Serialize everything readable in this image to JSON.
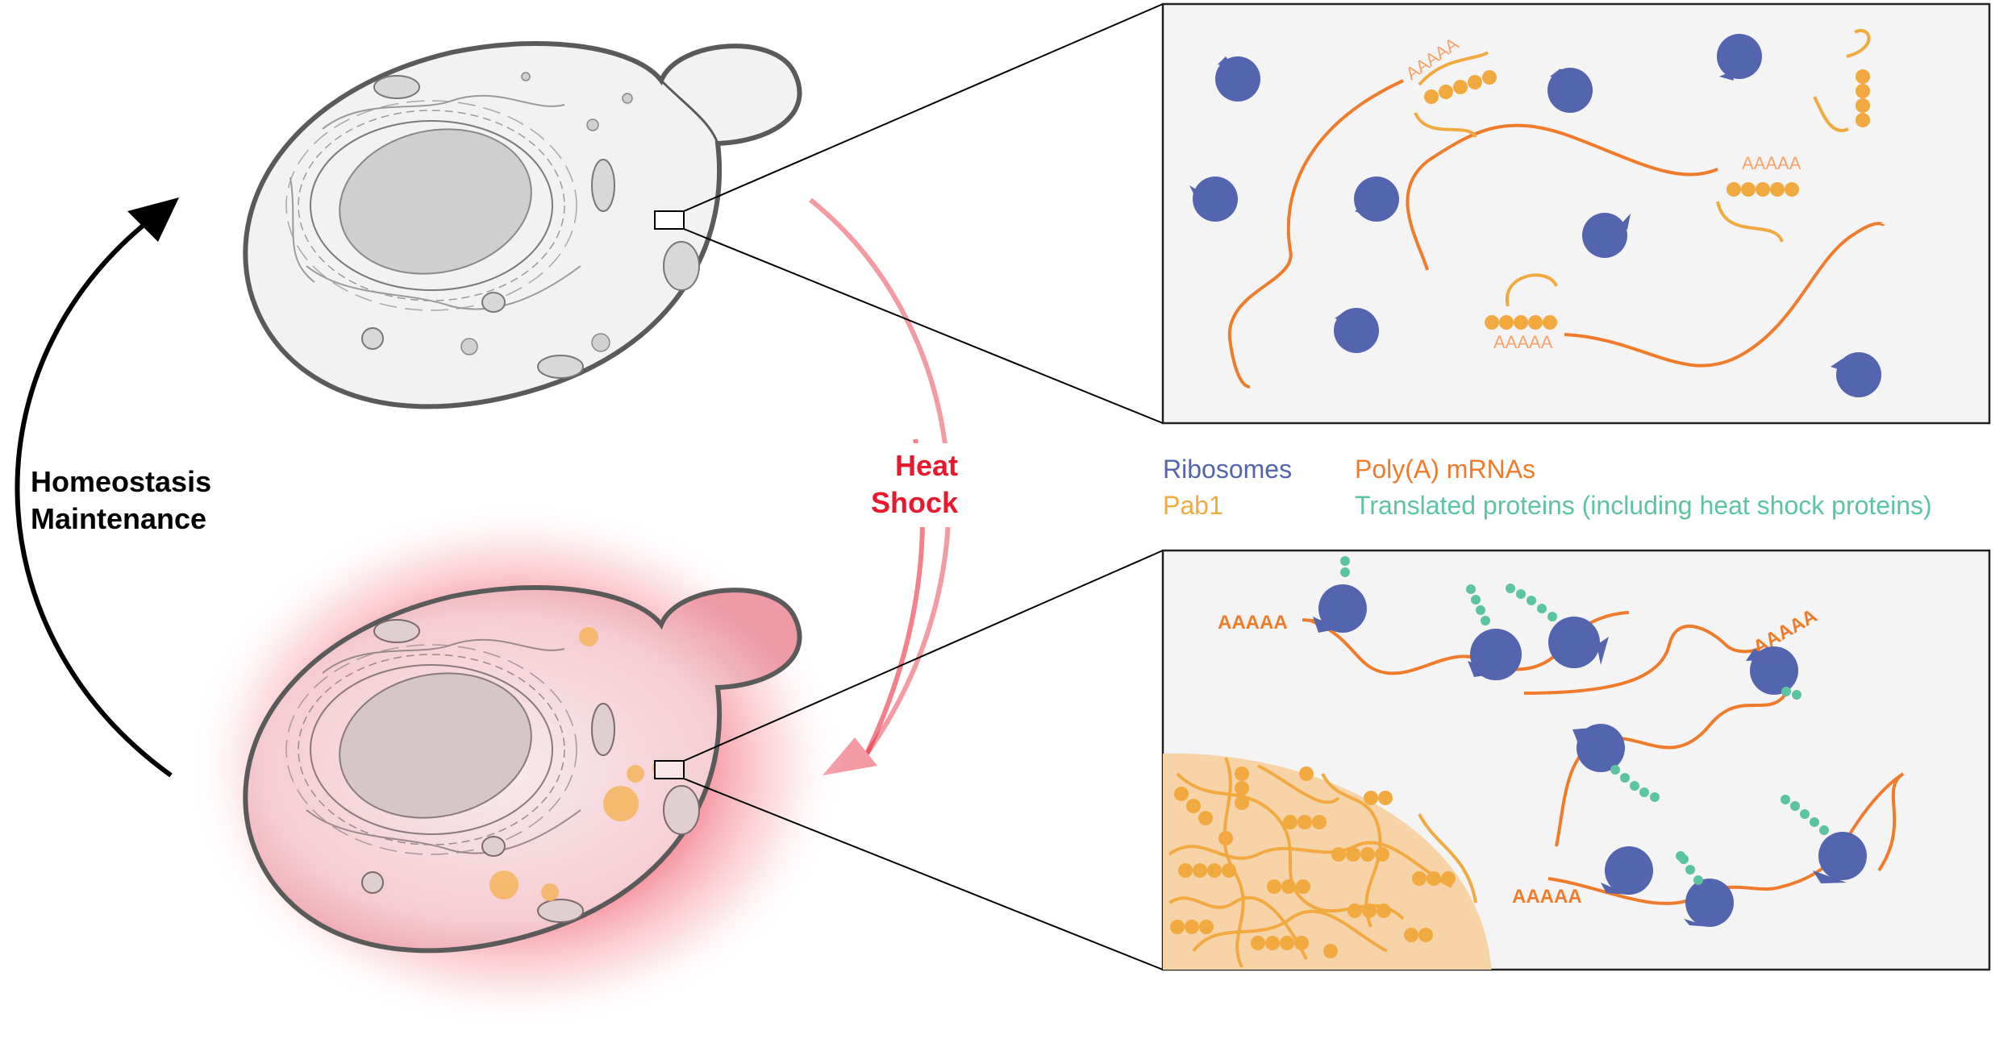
{
  "labels": {
    "homeostasis_line1": "Homeostasis",
    "homeostasis_line2": "Maintenance",
    "heat_line1": "Heat",
    "heat_line2": "Shock",
    "polya_tail": "AAAAA"
  },
  "legend": {
    "ribosomes": "Ribosomes",
    "pab1": "Pab1",
    "polya_mrnas": "Poly(A) mRNAs",
    "translated_proteins": "Translated proteins (including heat shock proteins)"
  },
  "colors": {
    "ribosome": "#5465b0",
    "pab1": "#f2a93f",
    "mrna": "#f07b2a",
    "protein": "#5cc4a0",
    "heat": "#e8192c",
    "heat_arrow_light": "#f7a3aa",
    "panel_bg": "#f4f4f4",
    "condensate": "#f6d4a8",
    "cell_outline": "#555555"
  }
}
